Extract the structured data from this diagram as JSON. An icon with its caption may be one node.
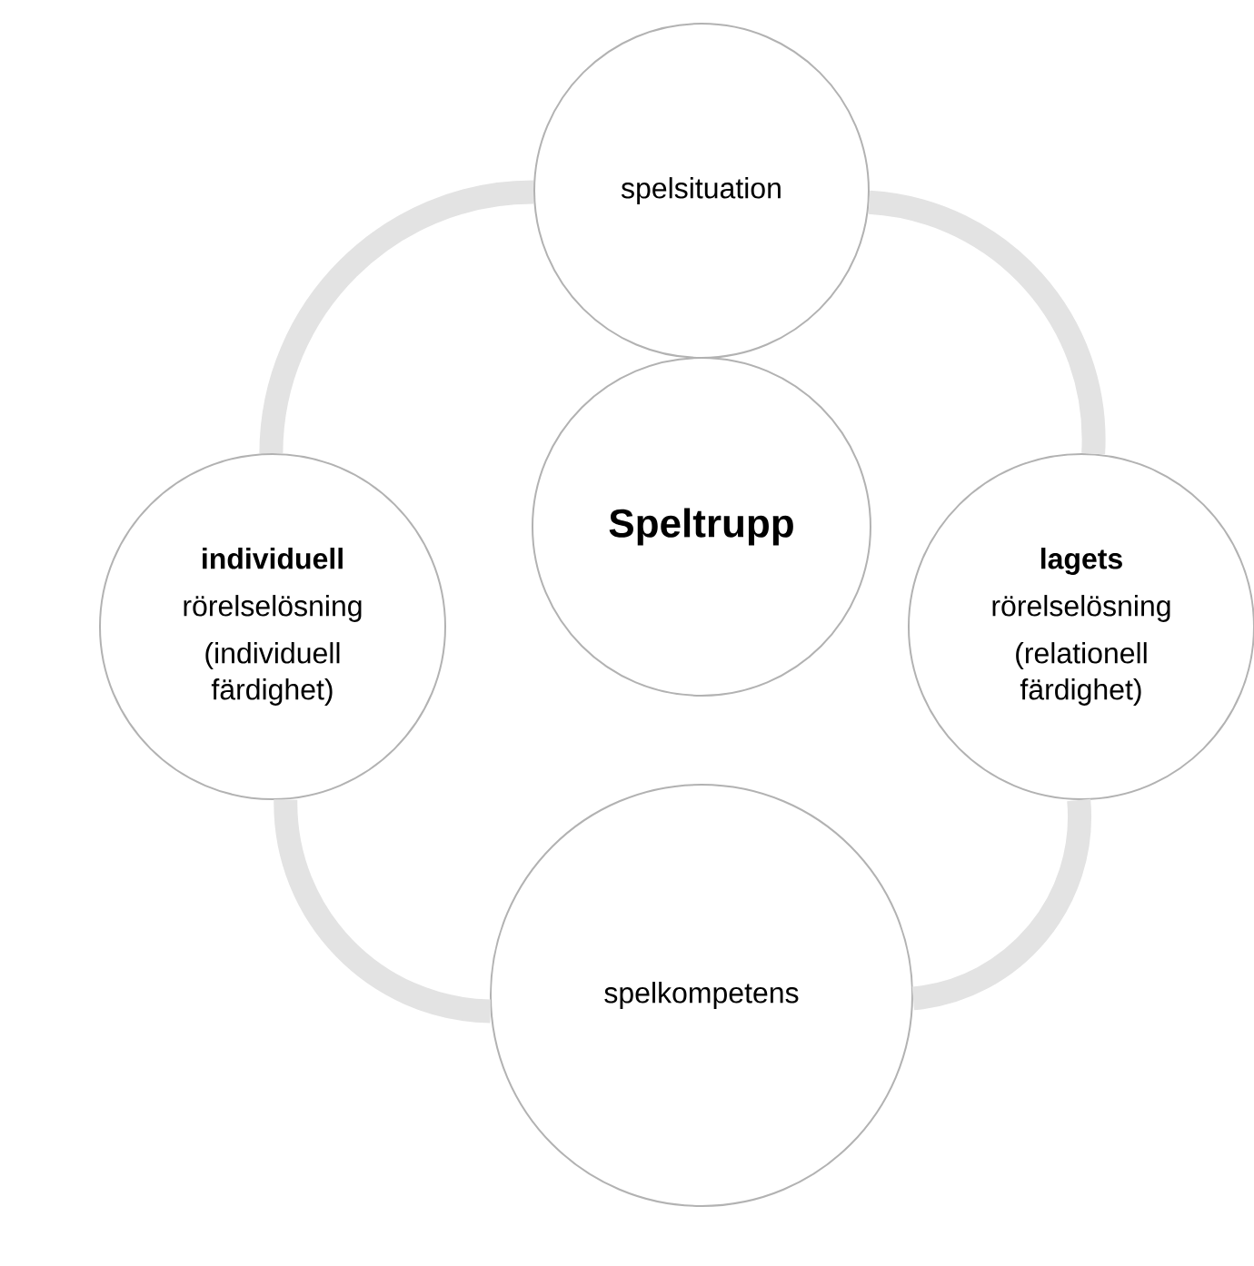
{
  "diagram": {
    "nodes": [
      {
        "text": [
          "spelsituation"
        ]
      },
      {
        "text": [
          "individuell",
          "rörelselösning",
          "(individuell färdighet)"
        ]
      },
      {
        "text": [
          "Speltrupp"
        ]
      },
      {
        "text": [
          "lagets",
          "rörelselösning",
          "(relationell färdighet)"
        ]
      },
      {
        "text": [
          "spelkompetens"
        ]
      }
    ],
    "edges": [
      {
        "from": 0,
        "to": 3,
        "arrow": "none"
      },
      {
        "from": 3,
        "to": 4,
        "arrow": "none"
      },
      {
        "from": 4,
        "to": 1,
        "arrow": "none"
      },
      {
        "from": 1,
        "to": 0,
        "arrow": "none"
      }
    ]
  }
}
